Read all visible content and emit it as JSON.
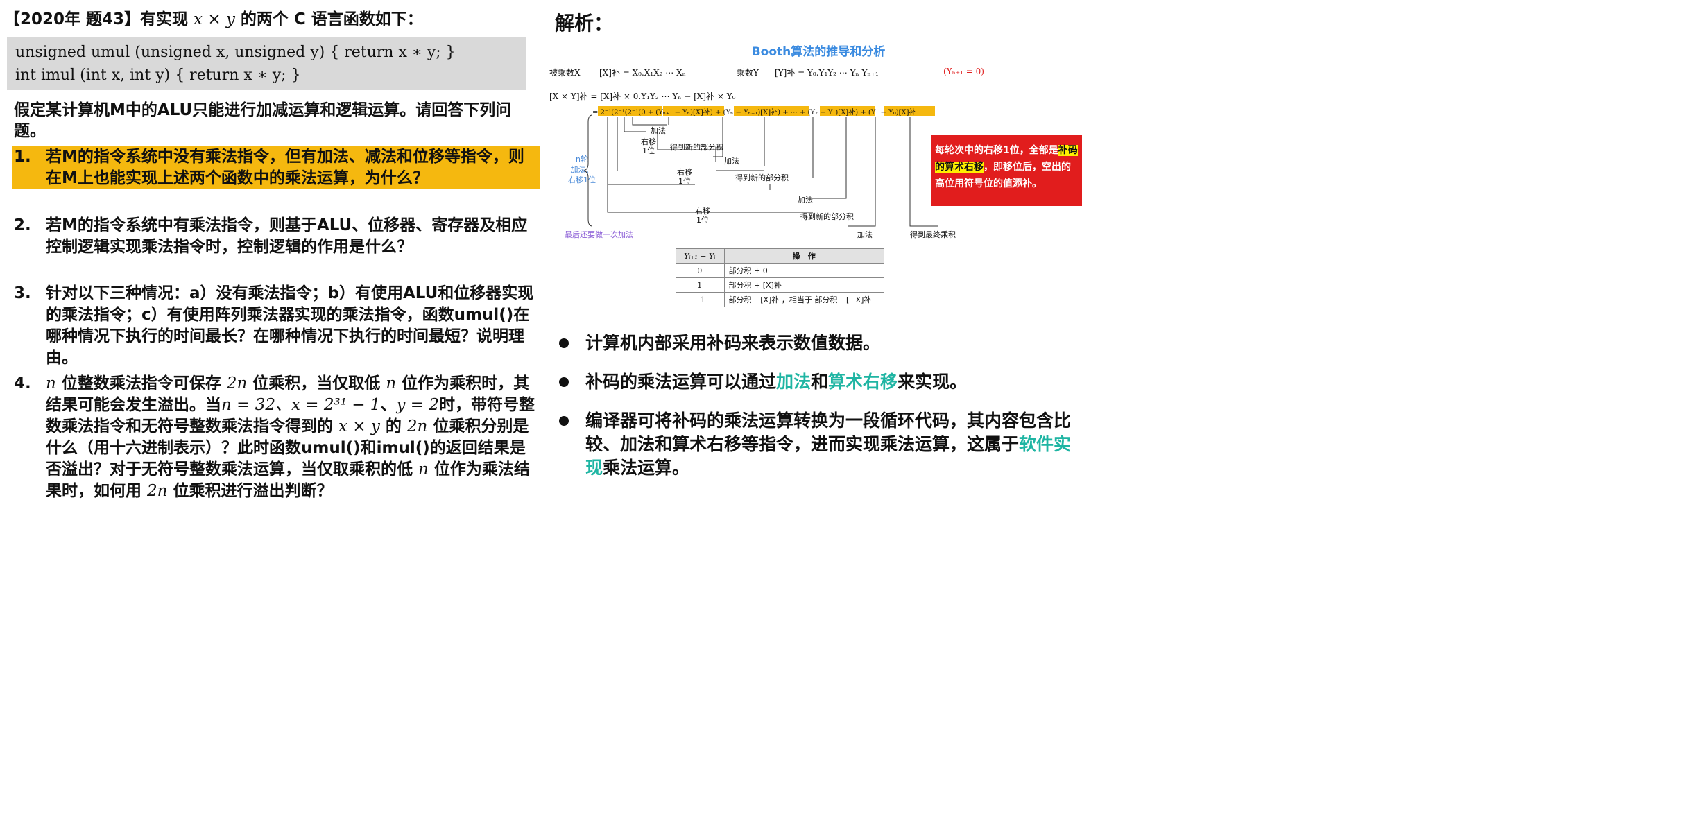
{
  "question": {
    "title_pre": "【2020年 题43】有实现 ",
    "title_math": "x × y",
    "title_post": " 的两个 C 语言函数如下：",
    "code": [
      "unsigned  umul (unsigned x, unsigned y)  { return x ∗ y; }",
      "int  imul (int x, int y)  { return x ∗ y; }"
    ],
    "intro": "假定某计算机M中的ALU只能进行加减运算和逻辑运算。请回答下列问题。",
    "items": [
      {
        "num": "1.",
        "text": "若M的指令系统中没有乘法指令，但有加法、减法和位移等指令，则在M上也能实现上述两个函数中的乘法运算，为什么？"
      },
      {
        "num": "2.",
        "text": "若M的指令系统中有乘法指令，则基于ALU、位移器、寄存器及相应控制逻辑实现乘法指令时，控制逻辑的作用是什么？"
      },
      {
        "num": "3.",
        "text": "针对以下三种情况：a）没有乘法指令；b）有使用ALU和位移器实现的乘法指令；c）有使用阵列乘法器实现的乘法指令，函数umul()在哪种情况下执行的时间最长？在哪种情况下执行的时间最短？说明理由。"
      },
      {
        "num": "4.",
        "p1": " 位整数乘法指令可保存 ",
        "p2": " 位乘积，当仅取低 ",
        "p3": " 位作为乘积时，其结果可能会发生溢出。当",
        "m_n": "n",
        "m_2n": "2n",
        "m_cond": "n = 32、x = 2³¹ − 1",
        "p4": "、",
        "m_y": "y = 2",
        "p5": "时，带符号整数乘法指令和无符号整数乘法指令得到的 ",
        "m_xy": "x × y",
        "p6": " 的 ",
        "p7": " 位乘积分别是什么（用十六进制表示）？此时函数umul()和imul()的返回结果是否溢出？对于无符号整数乘法运算，当仅取乘积的低 ",
        "p8": " 位作为乘法结果时，如何用 ",
        "p9": " 位乘积进行溢出判断？"
      }
    ]
  },
  "analysis": {
    "title": "解析：",
    "figure": {
      "title": "Booth算法的推导和分析",
      "multiplicand_label": "被乘数X",
      "multiplicand_eq": "[X]补 = X₀.X₁X₂ ⋯ Xₙ",
      "multiplier_label": "乘数Y",
      "multiplier_eq": "[Y]补 = Y₀.Y₁Y₂ ⋯ Yₙ Yₙ₊₁",
      "yn1": "(Yₙ₊₁ = 0)",
      "product_eq": "[X × Y]补 = [X]补 × 0.Y₁Y₂ ⋯ Yₙ − [X]补 × Y₀",
      "expand_eq": "= 2⁻¹(2⁻¹(2⁻¹(0 + (Yₙ₊₁ − Yₙ)[X]补) + (Yₙ − Yₙ₋₁)[X]补) + ⋯ + (Y₂ − Y₁)[X]补) + (Y₁ − Y₀)[X]补",
      "steps": [
        "加法",
        "右移\n1位",
        "得到新的部分积",
        "加法",
        "右移\n1位",
        "得到新的部分积",
        "加法",
        "右移\n1位",
        "得到新的部分积",
        "加法",
        "得到最终乘积"
      ],
      "side_label": "n轮\n加法、\n右移1位",
      "last_label": "最后还要做一次加法",
      "red_note_1": "每轮次中的右移1位，全部是",
      "red_note_hl": "补码的算术右移",
      "red_note_2": "，即移位后，空出的高位用符号位的值添补。",
      "table_headers": [
        "Yᵢ₊₁ − Yᵢ",
        "操　作"
      ],
      "table_rows": [
        [
          "0",
          "部分积 + 0"
        ],
        [
          "1",
          "部分积 + [X]补"
        ],
        [
          "−1",
          "部分积 −[X]补 ，相当于 部分积 +[−X]补"
        ]
      ]
    },
    "bullets": [
      {
        "t1": "计算机内部采用补码来表示数值数据。"
      },
      {
        "t1": "补码的乘法运算可以通过",
        "h1": "加法",
        "t2": "和",
        "h2": "算术右移",
        "t3": "来实现。"
      },
      {
        "t1": "编译器可将补码的乘法运算转换为一段循环代码，其内容包含比较、加法和算术右移等指令，进而实现乘法运算，这属于",
        "h1": "软件实现",
        "t2": "乘法运算。"
      }
    ],
    "colors": {
      "highlight": "#f5b80f",
      "teal": "#1fb5a3",
      "note_red": "#e11d1d",
      "title_blue": "#3b8be0"
    }
  }
}
